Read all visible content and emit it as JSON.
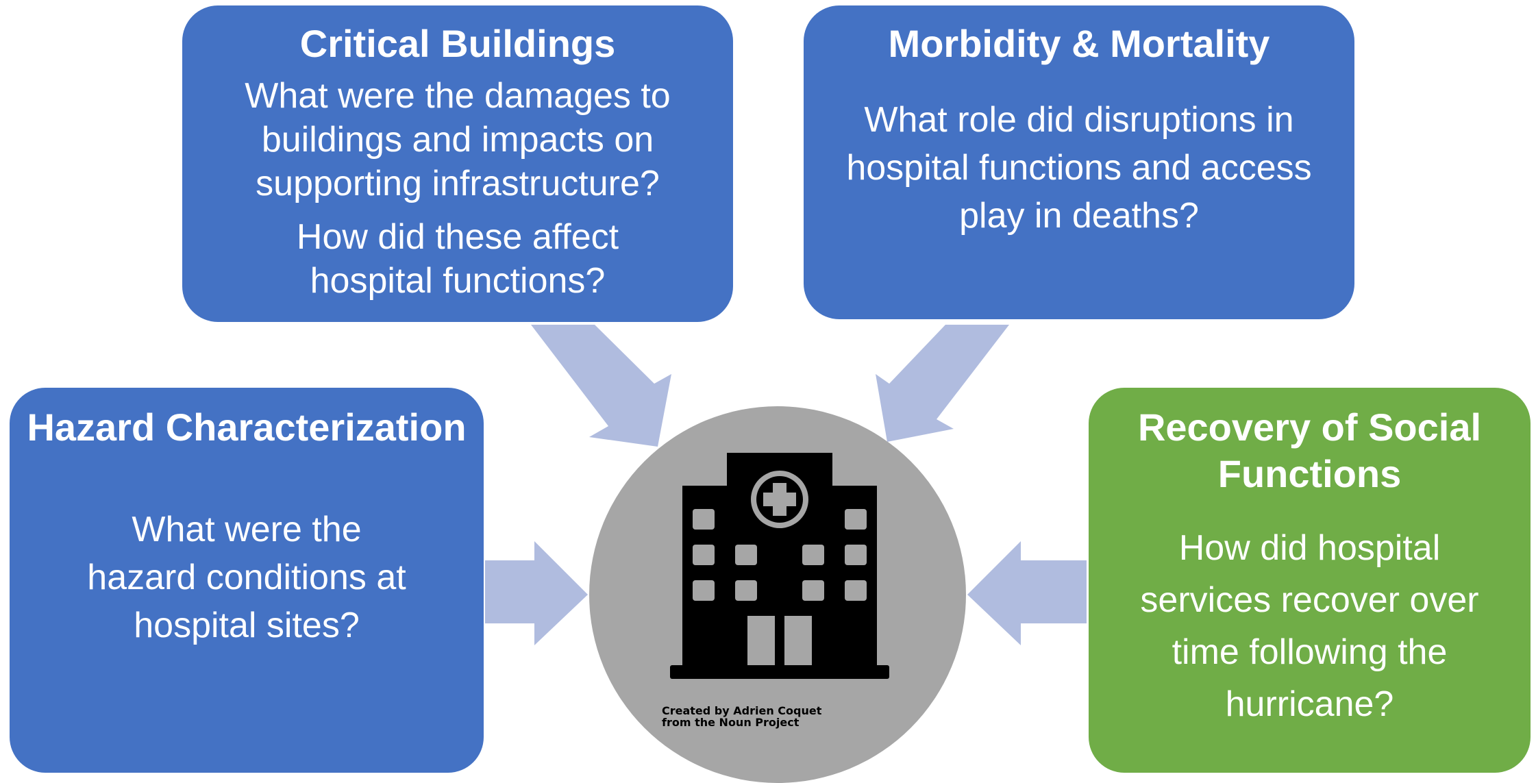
{
  "colors": {
    "box_blue": "#4472c4",
    "box_green": "#70ad47",
    "arrow": "#b0bcdf",
    "circle": "#a6a6a6",
    "icon": "#000000"
  },
  "nodes": {
    "critical_buildings": {
      "title": "Critical Buildings",
      "text_1": "What were the damages to buildings and impacts on supporting infrastructure?",
      "text_2": "How did these affect hospital functions?"
    },
    "morbidity_mortality": {
      "title": "Morbidity & Mortality",
      "text": "What role did disruptions in hospital functions and access play in deaths?"
    },
    "hazard": {
      "title": "Hazard Characterization",
      "text": "What were the hazard conditions at hospital sites?"
    },
    "recovery": {
      "title": "Recovery of Social Functions",
      "text": "How did hospital services recover over time following the hurricane?"
    }
  },
  "center": {
    "icon": "hospital-building-icon",
    "credit_line_1": "Created by Adrien Coquet",
    "credit_line_2": "from the Noun Project"
  }
}
